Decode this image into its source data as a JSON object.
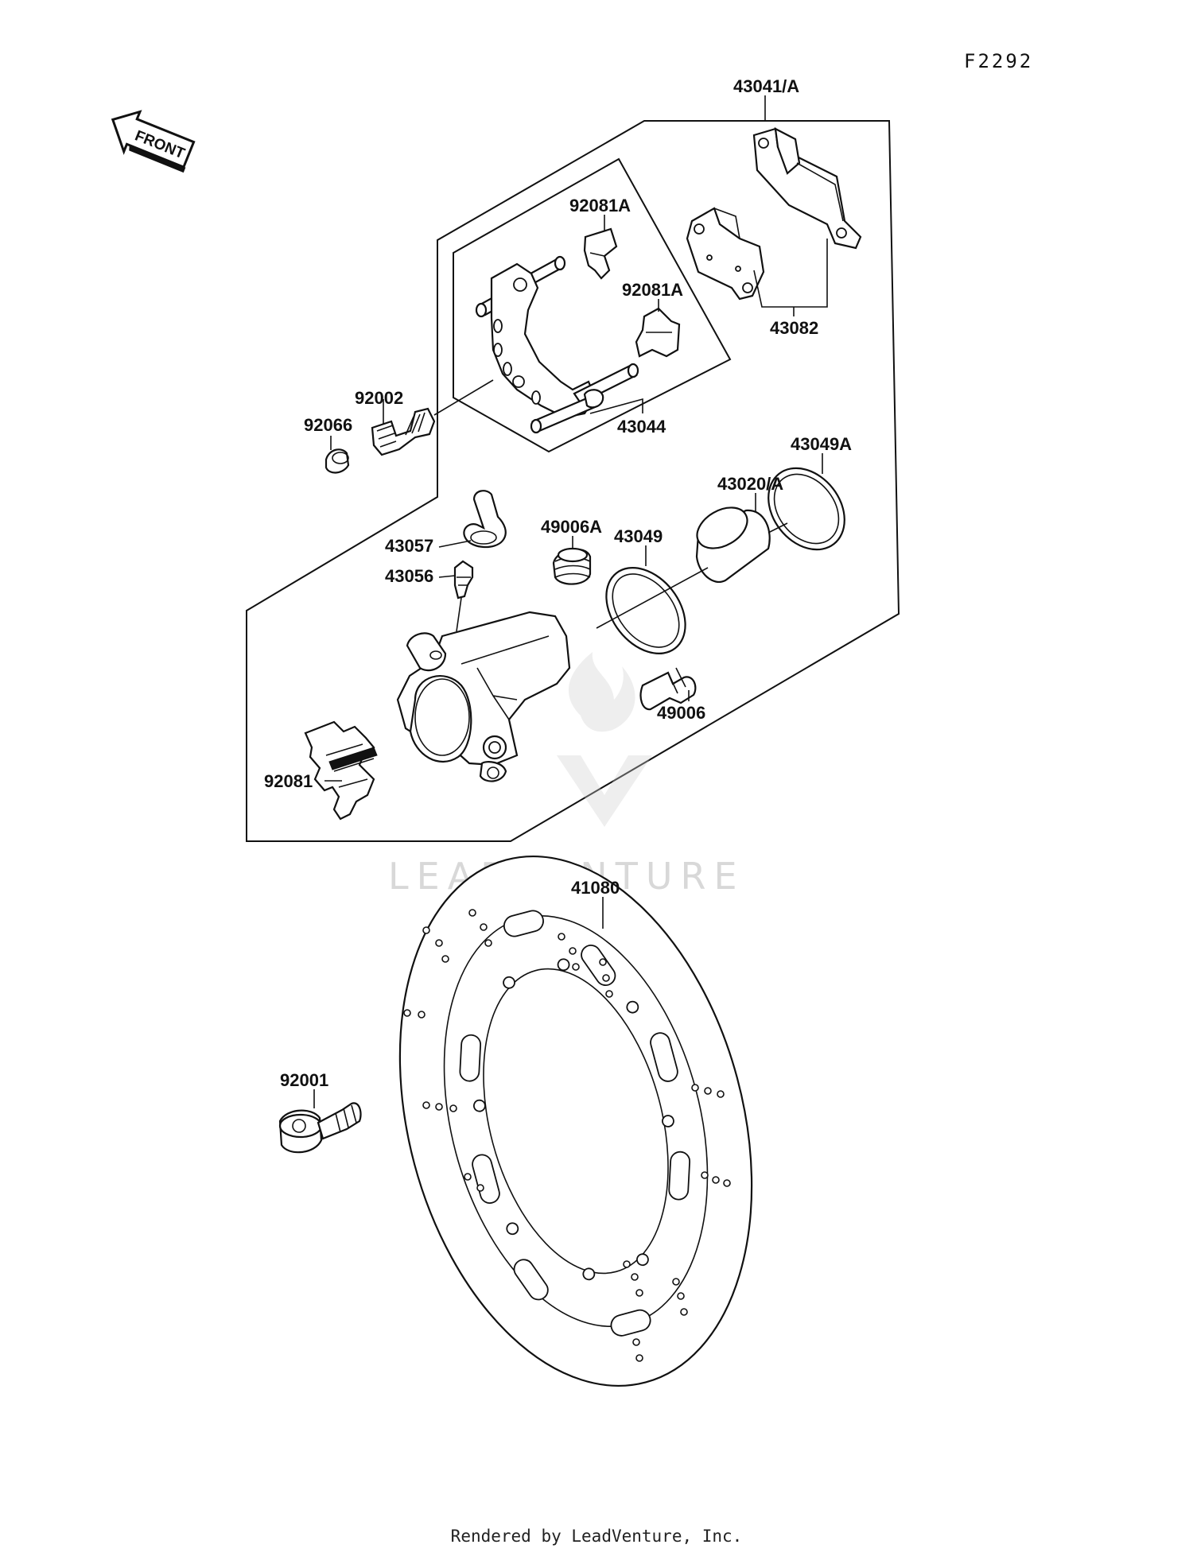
{
  "diagram_code": "F2292",
  "front_label": "FRONT",
  "watermark": "LEADVENTURE",
  "footer": "Rendered by LeadVenture, Inc.",
  "parts": [
    {
      "id": "43041A",
      "label": "43041/A"
    },
    {
      "id": "92081A_top",
      "label": "92081A"
    },
    {
      "id": "92081A_mid",
      "label": "92081A"
    },
    {
      "id": "43082",
      "label": "43082"
    },
    {
      "id": "92002",
      "label": "92002"
    },
    {
      "id": "92066",
      "label": "92066"
    },
    {
      "id": "43044",
      "label": "43044"
    },
    {
      "id": "43049A",
      "label": "43049A"
    },
    {
      "id": "43020A",
      "label": "43020/A"
    },
    {
      "id": "49006A",
      "label": "49006A"
    },
    {
      "id": "43049",
      "label": "43049"
    },
    {
      "id": "43057",
      "label": "43057"
    },
    {
      "id": "43056",
      "label": "43056"
    },
    {
      "id": "49006",
      "label": "49006"
    },
    {
      "id": "92081",
      "label": "92081"
    },
    {
      "id": "41080",
      "label": "41080"
    },
    {
      "id": "92001",
      "label": "92001"
    }
  ]
}
